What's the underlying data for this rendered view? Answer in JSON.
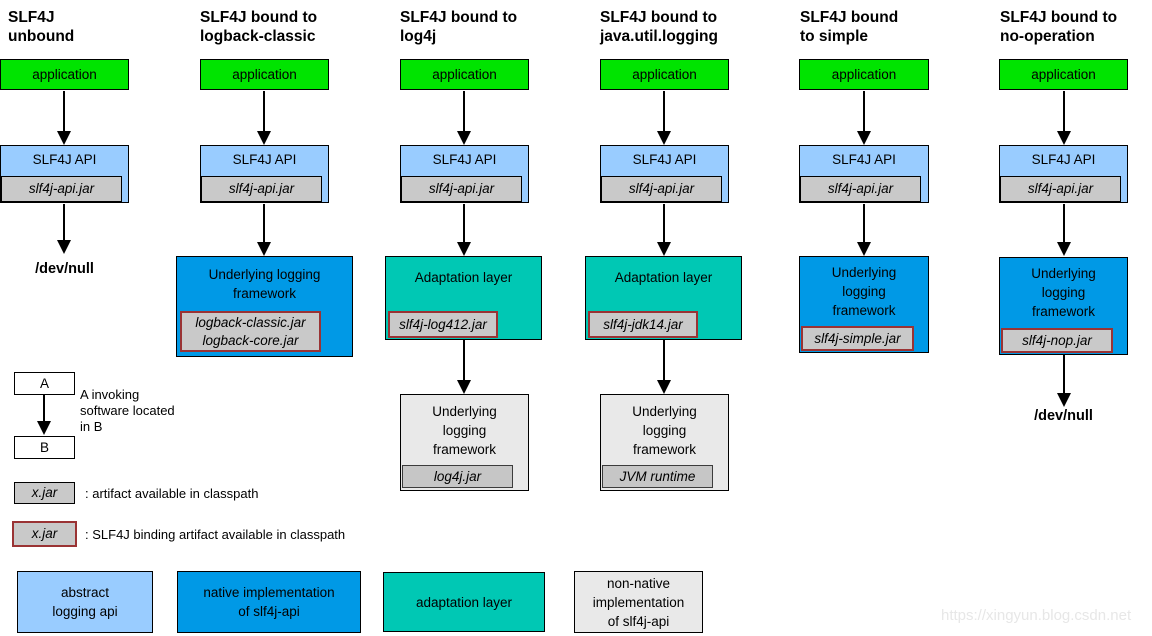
{
  "colors": {
    "application": "#00e400",
    "abstract": "#99ccff",
    "native": "#0099e6",
    "adaptation": "#00c8b4",
    "nonnative": "#e9e9e9",
    "jar": "#c9c9c9",
    "jardark": "#c6c6c6",
    "binding": "#9a3334"
  },
  "columns": [
    {
      "title_lines": [
        "SLF4J",
        "unbound"
      ],
      "application": "application",
      "api_label": "SLF4J API",
      "api_jar": "slf4j-api.jar",
      "sink": "/dev/null"
    },
    {
      "title_lines": [
        "SLF4J bound to",
        "logback-classic"
      ],
      "application": "application",
      "api_label": "SLF4J API",
      "api_jar": "slf4j-api.jar",
      "framework_lines": [
        "Underlying logging",
        "framework"
      ],
      "framework_jars": [
        "logback-classic.jar",
        "logback-core.jar"
      ]
    },
    {
      "title_lines": [
        "SLF4J bound to",
        "log4j"
      ],
      "application": "application",
      "api_label": "SLF4J API",
      "api_jar": "slf4j-api.jar",
      "adaptation_label": "Adaptation layer",
      "adaptation_jar": "slf4j-log412.jar",
      "framework_lines": [
        "Underlying",
        "logging",
        "framework"
      ],
      "framework_jar": "log4j.jar"
    },
    {
      "title_lines": [
        "SLF4J bound to",
        "java.util.logging"
      ],
      "application": "application",
      "api_label": "SLF4J API",
      "api_jar": "slf4j-api.jar",
      "adaptation_label": "Adaptation layer",
      "adaptation_jar": "slf4j-jdk14.jar",
      "framework_lines": [
        "Underlying",
        "logging",
        "framework"
      ],
      "framework_jar": "JVM runtime"
    },
    {
      "title_lines": [
        "SLF4J bound",
        "to simple"
      ],
      "application": "application",
      "api_label": "SLF4J API",
      "api_jar": "slf4j-api.jar",
      "framework_lines": [
        "Underlying",
        "logging",
        "framework"
      ],
      "framework_jar": "slf4j-simple.jar"
    },
    {
      "title_lines": [
        "SLF4J bound to",
        "no-operation"
      ],
      "application": "application",
      "api_label": "SLF4J API",
      "api_jar": "slf4j-api.jar",
      "framework_lines": [
        "Underlying",
        "logging",
        "framework"
      ],
      "framework_jar": "slf4j-nop.jar",
      "sink": "/dev/null"
    }
  ],
  "legend": {
    "invoking": {
      "a": "A",
      "b": "B",
      "lines": [
        "A invoking",
        "software located",
        "in B"
      ]
    },
    "artifact": {
      "box": "x.jar",
      "text": ": artifact available in classpath"
    },
    "binding_artifact": {
      "box": "x.jar",
      "text": ": SLF4J binding artifact available in classpath"
    },
    "color_key": [
      {
        "lines": [
          "abstract",
          "logging api"
        ]
      },
      {
        "lines": [
          "native implementation",
          "of slf4j-api"
        ]
      },
      {
        "lines": [
          "adaptation layer"
        ]
      },
      {
        "lines": [
          "non-native",
          "implementation",
          "of slf4j-api"
        ]
      }
    ]
  },
  "watermark": "https://xingyun.blog.csdn.net"
}
